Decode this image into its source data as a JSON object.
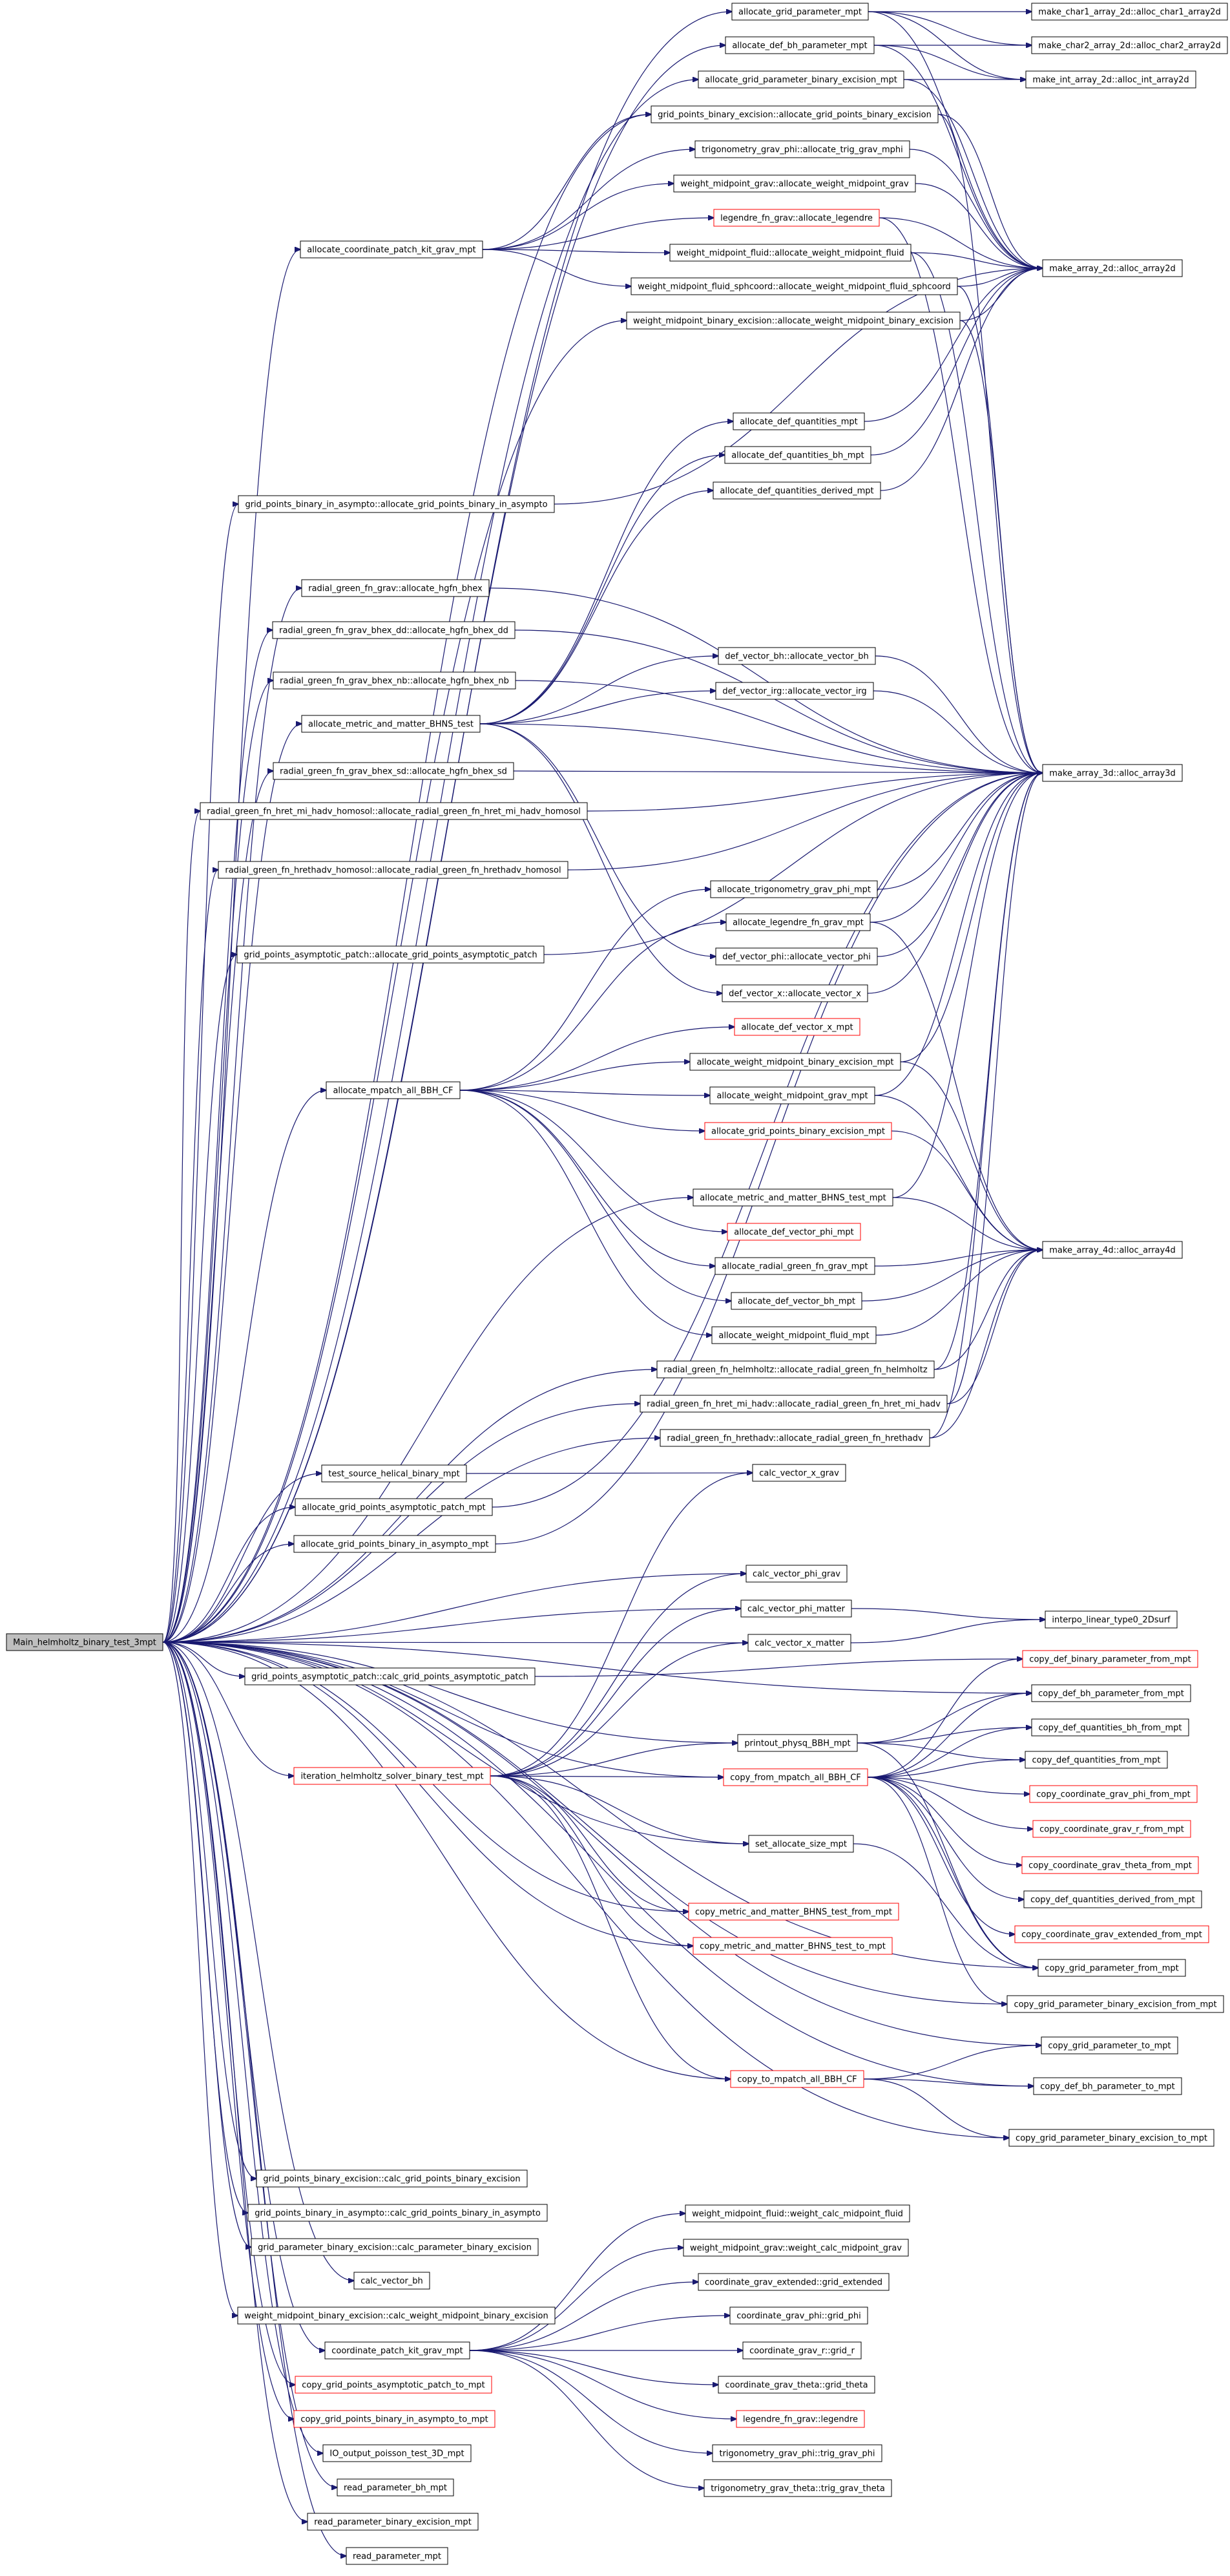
{
  "colors": {
    "edge": "#191970",
    "link_border": "#ff0000",
    "default_border": "#000000",
    "root_fill": "#bfbfbf"
  },
  "nodes": [
    {
      "id": "root",
      "label": "Main_helmholtz_binary_test_3mpt",
      "kind": "root"
    },
    {
      "id": "a1",
      "label": "allocate_grid_parameter_mpt"
    },
    {
      "id": "a2",
      "label": "allocate_def_bh_parameter_mpt"
    },
    {
      "id": "a3",
      "label": "allocate_grid_parameter_binary_excision_mpt"
    },
    {
      "id": "a4",
      "label": "grid_points_binary_excision::allocate_grid_points_binary_excision"
    },
    {
      "id": "a5",
      "label": "trigonometry_grav_phi::allocate_trig_grav_mphi"
    },
    {
      "id": "a6",
      "label": "weight_midpoint_grav::allocate_weight_midpoint_grav"
    },
    {
      "id": "a7",
      "label": "legendre_fn_grav::allocate_legendre",
      "kind": "red"
    },
    {
      "id": "a8",
      "label": "weight_midpoint_fluid::allocate_weight_midpoint_fluid"
    },
    {
      "id": "a9",
      "label": "weight_midpoint_fluid_sphcoord::allocate_weight_midpoint_fluid_sphcoord"
    },
    {
      "id": "a10",
      "label": "weight_midpoint_binary_excision::allocate_weight_midpoint_binary_excision"
    },
    {
      "id": "a11",
      "label": "allocate_def_quantities_mpt"
    },
    {
      "id": "a12",
      "label": "allocate_def_quantities_bh_mpt"
    },
    {
      "id": "a13",
      "label": "allocate_def_quantities_derived_mpt"
    },
    {
      "id": "a14",
      "label": "def_vector_bh::allocate_vector_bh"
    },
    {
      "id": "a15",
      "label": "def_vector_irg::allocate_vector_irg"
    },
    {
      "id": "a16",
      "label": "allocate_trigonometry_grav_phi_mpt"
    },
    {
      "id": "a17",
      "label": "allocate_legendre_fn_grav_mpt"
    },
    {
      "id": "a18",
      "label": "def_vector_phi::allocate_vector_phi"
    },
    {
      "id": "a19",
      "label": "def_vector_x::allocate_vector_x"
    },
    {
      "id": "a20",
      "label": "allocate_def_vector_x_mpt",
      "kind": "red"
    },
    {
      "id": "a21",
      "label": "allocate_weight_midpoint_binary_excision_mpt"
    },
    {
      "id": "a22",
      "label": "allocate_weight_midpoint_grav_mpt"
    },
    {
      "id": "a23",
      "label": "allocate_grid_points_binary_excision_mpt",
      "kind": "red"
    },
    {
      "id": "a24",
      "label": "allocate_metric_and_matter_BHNS_test_mpt"
    },
    {
      "id": "a25",
      "label": "allocate_def_vector_phi_mpt",
      "kind": "red"
    },
    {
      "id": "a26",
      "label": "allocate_radial_green_fn_grav_mpt"
    },
    {
      "id": "a27",
      "label": "allocate_def_vector_bh_mpt"
    },
    {
      "id": "a28",
      "label": "allocate_weight_midpoint_fluid_mpt"
    },
    {
      "id": "a29",
      "label": "radial_green_fn_helmholtz::allocate_radial_green_fn_helmholtz"
    },
    {
      "id": "a30",
      "label": "radial_green_fn_hret_mi_hadv::allocate_radial_green_fn_hret_mi_hadv"
    },
    {
      "id": "a31",
      "label": "radial_green_fn_hrethadv::allocate_radial_green_fn_hrethadv"
    },
    {
      "id": "a32",
      "label": "calc_vector_x_grav"
    },
    {
      "id": "a33",
      "label": "calc_vector_phi_grav"
    },
    {
      "id": "a34",
      "label": "calc_vector_phi_matter"
    },
    {
      "id": "a35",
      "label": "calc_vector_x_matter"
    },
    {
      "id": "a36",
      "label": "printout_physq_BBH_mpt"
    },
    {
      "id": "a37",
      "label": "copy_from_mpatch_all_BBH_CF",
      "kind": "red"
    },
    {
      "id": "a38",
      "label": "set_allocate_size_mpt"
    },
    {
      "id": "a39",
      "label": "copy_metric_and_matter_BHNS_test_from_mpt",
      "kind": "red"
    },
    {
      "id": "a40",
      "label": "copy_metric_and_matter_BHNS_test_to_mpt",
      "kind": "red"
    },
    {
      "id": "a41",
      "label": "copy_to_mpatch_all_BBH_CF",
      "kind": "red"
    },
    {
      "id": "a42",
      "label": "weight_midpoint_fluid::weight_calc_midpoint_fluid"
    },
    {
      "id": "a43",
      "label": "weight_midpoint_grav::weight_calc_midpoint_grav"
    },
    {
      "id": "a44",
      "label": "coordinate_grav_extended::grid_extended"
    },
    {
      "id": "a45",
      "label": "coordinate_grav_phi::grid_phi"
    },
    {
      "id": "a46",
      "label": "coordinate_grav_r::grid_r"
    },
    {
      "id": "a47",
      "label": "coordinate_grav_theta::grid_theta"
    },
    {
      "id": "a48",
      "label": "legendre_fn_grav::legendre",
      "kind": "red"
    },
    {
      "id": "a49",
      "label": "trigonometry_grav_phi::trig_grav_phi"
    },
    {
      "id": "a50",
      "label": "trigonometry_grav_theta::trig_grav_theta"
    },
    {
      "id": "m1",
      "label": "allocate_coordinate_patch_kit_grav_mpt"
    },
    {
      "id": "m2",
      "label": "grid_points_binary_in_asympto::allocate_grid_points_binary_in_asympto"
    },
    {
      "id": "m3",
      "label": "radial_green_fn_grav::allocate_hgfn_bhex"
    },
    {
      "id": "m4",
      "label": "radial_green_fn_grav_bhex_dd::allocate_hgfn_bhex_dd"
    },
    {
      "id": "m5",
      "label": "radial_green_fn_grav_bhex_nb::allocate_hgfn_bhex_nb"
    },
    {
      "id": "m6",
      "label": "allocate_metric_and_matter_BHNS_test"
    },
    {
      "id": "m7",
      "label": "radial_green_fn_grav_bhex_sd::allocate_hgfn_bhex_sd"
    },
    {
      "id": "m8",
      "label": "radial_green_fn_hret_mi_hadv_homosol::allocate_radial_green_fn_hret_mi_hadv_homosol"
    },
    {
      "id": "m9",
      "label": "radial_green_fn_hrethadv_homosol::allocate_radial_green_fn_hrethadv_homosol"
    },
    {
      "id": "m10",
      "label": "grid_points_asymptotic_patch::allocate_grid_points_asymptotic_patch"
    },
    {
      "id": "m11",
      "label": "allocate_mpatch_all_BBH_CF"
    },
    {
      "id": "m12",
      "label": "test_source_helical_binary_mpt"
    },
    {
      "id": "m13",
      "label": "allocate_grid_points_asymptotic_patch_mpt"
    },
    {
      "id": "m14",
      "label": "allocate_grid_points_binary_in_asympto_mpt"
    },
    {
      "id": "m15",
      "label": "grid_points_asymptotic_patch::calc_grid_points_asymptotic_patch"
    },
    {
      "id": "m16",
      "label": "iteration_helmholtz_solver_binary_test_mpt",
      "kind": "red"
    },
    {
      "id": "m17",
      "label": "grid_points_binary_excision::calc_grid_points_binary_excision"
    },
    {
      "id": "m18",
      "label": "grid_points_binary_in_asympto::calc_grid_points_binary_in_asympto"
    },
    {
      "id": "m19",
      "label": "grid_parameter_binary_excision::calc_parameter_binary_excision"
    },
    {
      "id": "m20",
      "label": "calc_vector_bh"
    },
    {
      "id": "m21",
      "label": "weight_midpoint_binary_excision::calc_weight_midpoint_binary_excision"
    },
    {
      "id": "m22",
      "label": "coordinate_patch_kit_grav_mpt"
    },
    {
      "id": "m23",
      "label": "copy_grid_points_asymptotic_patch_to_mpt",
      "kind": "red"
    },
    {
      "id": "m24",
      "label": "copy_grid_points_binary_in_asympto_to_mpt",
      "kind": "red"
    },
    {
      "id": "m25",
      "label": "IO_output_poisson_test_3D_mpt"
    },
    {
      "id": "m26",
      "label": "read_parameter_bh_mpt"
    },
    {
      "id": "m27",
      "label": "read_parameter_binary_excision_mpt"
    },
    {
      "id": "m28",
      "label": "read_parameter_mpt"
    },
    {
      "id": "r1",
      "label": "make_char1_array_2d::alloc_char1_array2d"
    },
    {
      "id": "r2",
      "label": "make_char2_array_2d::alloc_char2_array2d"
    },
    {
      "id": "r3",
      "label": "make_int_array_2d::alloc_int_array2d"
    },
    {
      "id": "r4",
      "label": "make_array_2d::alloc_array2d"
    },
    {
      "id": "r5",
      "label": "make_array_3d::alloc_array3d"
    },
    {
      "id": "r6",
      "label": "make_array_4d::alloc_array4d"
    },
    {
      "id": "r7",
      "label": "interpo_linear_type0_2Dsurf"
    },
    {
      "id": "r8",
      "label": "copy_def_binary_parameter_from_mpt",
      "kind": "red"
    },
    {
      "id": "r9",
      "label": "copy_def_bh_parameter_from_mpt"
    },
    {
      "id": "r10",
      "label": "copy_def_quantities_bh_from_mpt"
    },
    {
      "id": "r11",
      "label": "copy_def_quantities_from_mpt"
    },
    {
      "id": "r12",
      "label": "copy_coordinate_grav_phi_from_mpt",
      "kind": "red"
    },
    {
      "id": "r13",
      "label": "copy_coordinate_grav_r_from_mpt",
      "kind": "red"
    },
    {
      "id": "r14",
      "label": "copy_coordinate_grav_theta_from_mpt",
      "kind": "red"
    },
    {
      "id": "r15",
      "label": "copy_def_quantities_derived_from_mpt"
    },
    {
      "id": "r16",
      "label": "copy_coordinate_grav_extended_from_mpt",
      "kind": "red"
    },
    {
      "id": "r17",
      "label": "copy_grid_parameter_from_mpt"
    },
    {
      "id": "r18",
      "label": "copy_grid_parameter_binary_excision_from_mpt"
    },
    {
      "id": "r19",
      "label": "copy_grid_parameter_to_mpt"
    },
    {
      "id": "r20",
      "label": "copy_def_bh_parameter_to_mpt"
    },
    {
      "id": "r21",
      "label": "copy_grid_parameter_binary_excision_to_mpt"
    }
  ],
  "edges": [
    [
      "root",
      "a1"
    ],
    [
      "root",
      "a2"
    ],
    [
      "root",
      "a3"
    ],
    [
      "root",
      "a4"
    ],
    [
      "root",
      "m1"
    ],
    [
      "root",
      "a10"
    ],
    [
      "root",
      "m2"
    ],
    [
      "root",
      "m3"
    ],
    [
      "root",
      "m4"
    ],
    [
      "root",
      "m5"
    ],
    [
      "root",
      "m6"
    ],
    [
      "root",
      "m7"
    ],
    [
      "root",
      "m8"
    ],
    [
      "root",
      "m9"
    ],
    [
      "root",
      "m10"
    ],
    [
      "root",
      "m11"
    ],
    [
      "root",
      "a24"
    ],
    [
      "root",
      "a29"
    ],
    [
      "root",
      "a30"
    ],
    [
      "root",
      "a31"
    ],
    [
      "root",
      "m12"
    ],
    [
      "root",
      "m13"
    ],
    [
      "root",
      "m14"
    ],
    [
      "root",
      "a33"
    ],
    [
      "root",
      "a34"
    ],
    [
      "root",
      "a35"
    ],
    [
      "root",
      "m15"
    ],
    [
      "root",
      "r9"
    ],
    [
      "root",
      "a36"
    ],
    [
      "root",
      "m16"
    ],
    [
      "root",
      "a37"
    ],
    [
      "root",
      "a38"
    ],
    [
      "root",
      "a39"
    ],
    [
      "root",
      "a40"
    ],
    [
      "root",
      "r17"
    ],
    [
      "root",
      "r18"
    ],
    [
      "root",
      "r19"
    ],
    [
      "root",
      "a41"
    ],
    [
      "root",
      "r20"
    ],
    [
      "root",
      "r21"
    ],
    [
      "root",
      "m17"
    ],
    [
      "root",
      "m18"
    ],
    [
      "root",
      "m19"
    ],
    [
      "root",
      "m20"
    ],
    [
      "root",
      "m21"
    ],
    [
      "root",
      "m22"
    ],
    [
      "root",
      "m23"
    ],
    [
      "root",
      "m24"
    ],
    [
      "root",
      "m25"
    ],
    [
      "root",
      "m26"
    ],
    [
      "root",
      "m27"
    ],
    [
      "root",
      "m28"
    ],
    [
      "a1",
      "r1"
    ],
    [
      "a1",
      "r2"
    ],
    [
      "a1",
      "r3"
    ],
    [
      "a1",
      "r4"
    ],
    [
      "a2",
      "r2"
    ],
    [
      "a2",
      "r3"
    ],
    [
      "a2",
      "r4"
    ],
    [
      "a3",
      "r3"
    ],
    [
      "a3",
      "r4"
    ],
    [
      "a4",
      "r4"
    ],
    [
      "a4",
      "r5"
    ],
    [
      "a5",
      "r4"
    ],
    [
      "a6",
      "r4"
    ],
    [
      "a7",
      "r4"
    ],
    [
      "a7",
      "r5"
    ],
    [
      "a8",
      "r4"
    ],
    [
      "a8",
      "r5"
    ],
    [
      "a9",
      "r4"
    ],
    [
      "a9",
      "r5"
    ],
    [
      "a10",
      "r4"
    ],
    [
      "a10",
      "r5"
    ],
    [
      "m1",
      "a5"
    ],
    [
      "m1",
      "a6"
    ],
    [
      "m1",
      "a7"
    ],
    [
      "m1",
      "a8"
    ],
    [
      "m1",
      "a9"
    ],
    [
      "m1",
      "a4"
    ],
    [
      "a11",
      "r4"
    ],
    [
      "a12",
      "r4"
    ],
    [
      "a13",
      "r4"
    ],
    [
      "m2",
      "r4"
    ],
    [
      "m3",
      "r5"
    ],
    [
      "m4",
      "r5"
    ],
    [
      "m5",
      "r5"
    ],
    [
      "m6",
      "a11"
    ],
    [
      "m6",
      "a12"
    ],
    [
      "m6",
      "a13"
    ],
    [
      "m6",
      "a14"
    ],
    [
      "m6",
      "a15"
    ],
    [
      "m6",
      "a18"
    ],
    [
      "m6",
      "a19"
    ],
    [
      "m6",
      "r5"
    ],
    [
      "a14",
      "r5"
    ],
    [
      "a15",
      "r5"
    ],
    [
      "m7",
      "r5"
    ],
    [
      "m8",
      "r5"
    ],
    [
      "m9",
      "r5"
    ],
    [
      "m10",
      "r5"
    ],
    [
      "a16",
      "r5"
    ],
    [
      "a17",
      "r5"
    ],
    [
      "a17",
      "r6"
    ],
    [
      "a18",
      "r5"
    ],
    [
      "a19",
      "r5"
    ],
    [
      "m11",
      "a16"
    ],
    [
      "m11",
      "a17"
    ],
    [
      "m11",
      "a20"
    ],
    [
      "m11",
      "a21"
    ],
    [
      "m11",
      "a22"
    ],
    [
      "m11",
      "a23"
    ],
    [
      "m11",
      "a25"
    ],
    [
      "m11",
      "a26"
    ],
    [
      "m11",
      "a27"
    ],
    [
      "m11",
      "a28"
    ],
    [
      "a21",
      "r5"
    ],
    [
      "a21",
      "r6"
    ],
    [
      "a22",
      "r5"
    ],
    [
      "a22",
      "r6"
    ],
    [
      "a23",
      "r6"
    ],
    [
      "a24",
      "r5"
    ],
    [
      "a24",
      "r6"
    ],
    [
      "a26",
      "r6"
    ],
    [
      "a27",
      "r6"
    ],
    [
      "a28",
      "r6"
    ],
    [
      "a29",
      "r5"
    ],
    [
      "a30",
      "r5"
    ],
    [
      "a31",
      "r5"
    ],
    [
      "a29",
      "r6"
    ],
    [
      "a30",
      "r6"
    ],
    [
      "a31",
      "r6"
    ],
    [
      "m12",
      "a32"
    ],
    [
      "m13",
      "r5"
    ],
    [
      "m14",
      "r5"
    ],
    [
      "a35",
      "r7"
    ],
    [
      "a34",
      "r7"
    ],
    [
      "m15",
      "r8"
    ],
    [
      "a36",
      "r9"
    ],
    [
      "a36",
      "r10"
    ],
    [
      "a36",
      "r11"
    ],
    [
      "a36",
      "r17"
    ],
    [
      "m16",
      "a32"
    ],
    [
      "m16",
      "a33"
    ],
    [
      "m16",
      "a34"
    ],
    [
      "m16",
      "a35"
    ],
    [
      "m16",
      "a37"
    ],
    [
      "m16",
      "a38"
    ],
    [
      "m16",
      "a39"
    ],
    [
      "m16",
      "a40"
    ],
    [
      "m16",
      "a41"
    ],
    [
      "m16",
      "a36"
    ],
    [
      "a37",
      "r8"
    ],
    [
      "a37",
      "r9"
    ],
    [
      "a37",
      "r10"
    ],
    [
      "a37",
      "r11"
    ],
    [
      "a37",
      "r12"
    ],
    [
      "a37",
      "r13"
    ],
    [
      "a37",
      "r14"
    ],
    [
      "a37",
      "r15"
    ],
    [
      "a37",
      "r16"
    ],
    [
      "a37",
      "r17"
    ],
    [
      "a37",
      "r18"
    ],
    [
      "a38",
      "r17"
    ],
    [
      "a41",
      "r19"
    ],
    [
      "a41",
      "r20"
    ],
    [
      "a41",
      "r21"
    ],
    [
      "m22",
      "a42"
    ],
    [
      "m22",
      "a43"
    ],
    [
      "m22",
      "a44"
    ],
    [
      "m22",
      "a45"
    ],
    [
      "m22",
      "a46"
    ],
    [
      "m22",
      "a47"
    ],
    [
      "m22",
      "a48"
    ],
    [
      "m22",
      "a49"
    ],
    [
      "m22",
      "a50"
    ]
  ]
}
